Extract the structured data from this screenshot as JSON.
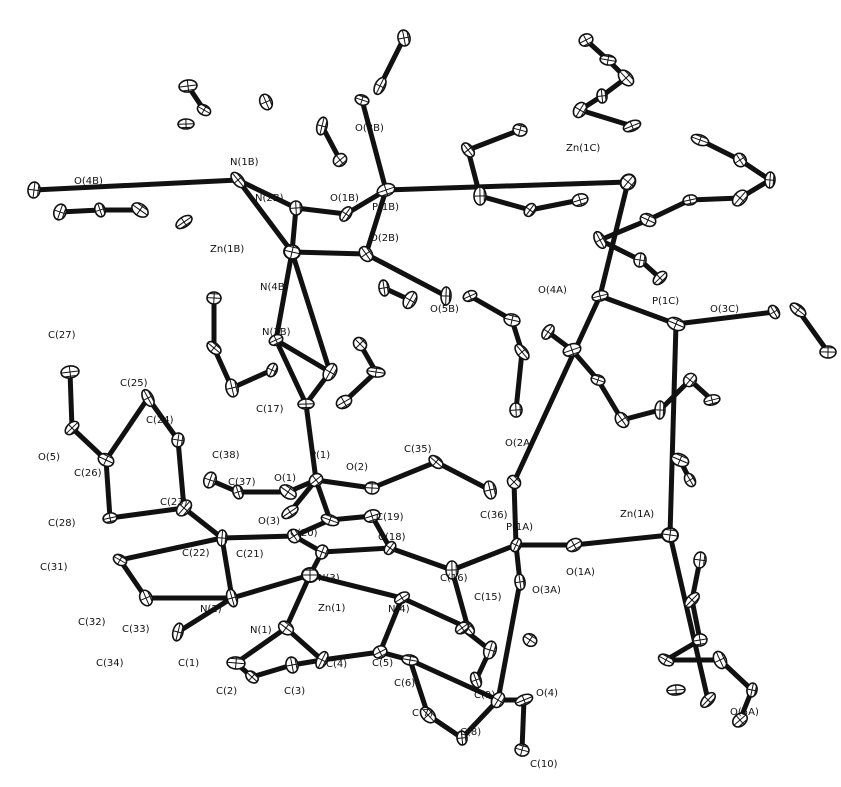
{
  "labels": [
    "C(27)",
    "O(4B)",
    "N(1B)",
    "N(2B)",
    "O(1B)",
    "O(3B)",
    "P(1B)",
    "Zn(1C)",
    "Zn(1B)",
    "O(2B)",
    "N(4B)",
    "O(4A)",
    "P(1C)",
    "N(3B)",
    "O(5B)",
    "O(3C)",
    "C(25)",
    "C(24)",
    "C(17)",
    "P(1)",
    "O(5)",
    "C(26)",
    "C(38)",
    "O(1)",
    "O(2)",
    "C(35)",
    "C(37)",
    "O(2A)",
    "O(3)",
    "C(23)",
    "C(20)",
    "C(19)",
    "C(36)",
    "P(1A)",
    "Zn(1A)",
    "C(28)",
    "C(22)",
    "C(21)",
    "C(18)",
    "C(31)",
    "N(3)",
    "O(1A)",
    "C(16)",
    "O(3A)",
    "N(2)",
    "N(4)",
    "C(15)",
    "C(32)",
    "C(33)",
    "Zn(1)",
    "N(1)",
    "C(34)",
    "C(1)",
    "C(4)",
    "C(5)",
    "C(6)",
    "C(2)",
    "C(3)",
    "O(4)",
    "C(9)",
    "O(5A)",
    "C(7)",
    "C(8)",
    "C(10)"
  ]
}
